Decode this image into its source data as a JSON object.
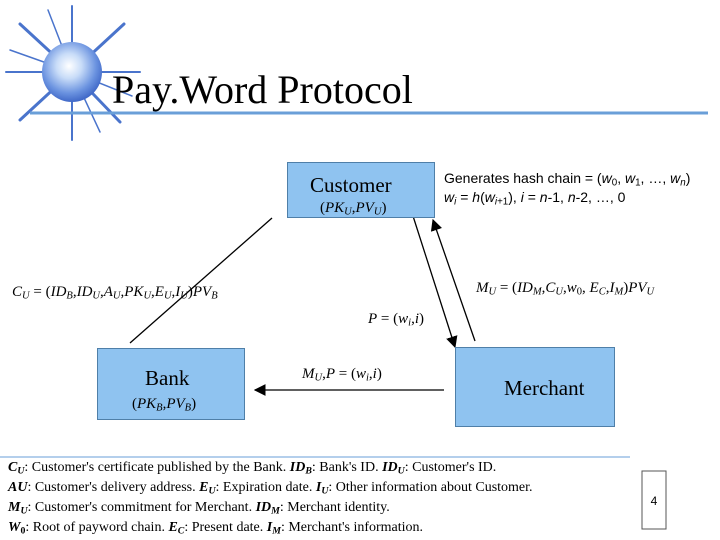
{
  "title": "Pay.Word Protocol",
  "page_number": "4",
  "nodes": {
    "customer": {
      "name": "Customer",
      "keys": "(PKU,PVU)"
    },
    "bank": {
      "name": "Bank",
      "keys": "(PKB,PVB)"
    },
    "merchant": {
      "name": "Merchant"
    }
  },
  "annotations": {
    "hash_chain_1": "Generates hash chain = (w0, w1, …, wn)",
    "hash_chain_2": "wi = h(wi+1), i = n-1, n-2, …, 0",
    "certificate": "CU = (IDB,IDU,AU,PKU,EU,IU)PVB",
    "commitment": "MU = (IDM,CU,w0, EC,IM)PVU",
    "payment": "P = (wi,i)",
    "redeem": "MU,P = (wi,i)"
  },
  "legend": [
    "CU: Customer's certificate published by the Bank. IDB: Bank's ID. IDU: Customer's ID.",
    "AU: Customer's delivery address. EU: Expiration date. IU: Other information about Customer.",
    "MU: Customer's commitment for Merchant. IDM: Merchant identity.",
    "W0: Root of payword chain. EC: Present date. IM: Merchant's information."
  ],
  "colors": {
    "box_fill": "#8fc3f0",
    "box_border": "#4f7fa8",
    "rule": "#6a9fd8"
  }
}
